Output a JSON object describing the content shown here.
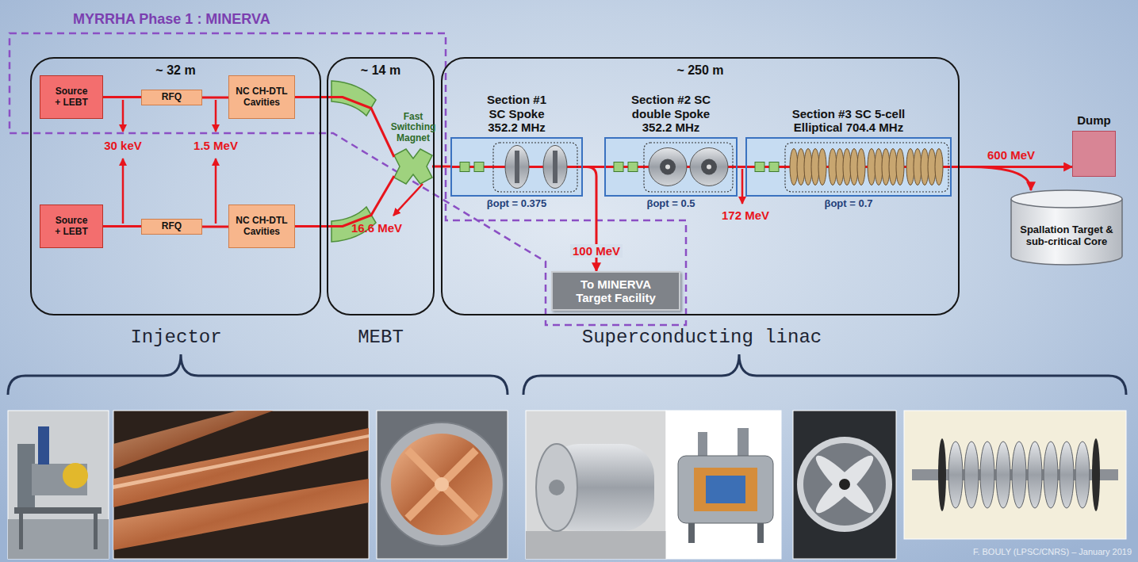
{
  "diagram": {
    "title": "MYRRHA Phase 1 : MINERVA",
    "nodes": [
      {
        "text": [
          "~ 32 m"
        ]
      },
      {
        "text": [
          "Source + LEBT"
        ],
        "in": 0
      },
      {
        "text": [
          "RFQ"
        ],
        "in": 0
      },
      {
        "text": [
          "NC CH-DTL Cavities"
        ],
        "in": 0
      },
      {
        "text": [
          "Source + LEBT"
        ],
        "in": 0
      },
      {
        "text": [
          "RFQ"
        ],
        "in": 0
      },
      {
        "text": [
          "NC CH-DTL Cavities"
        ],
        "in": 0
      },
      {
        "text": [
          "~ 14 m"
        ]
      },
      {
        "text": [
          "Fast Switching Magnet"
        ],
        "in": 7
      },
      {
        "text": [
          "~ 250 m"
        ]
      },
      {
        "text": [
          "Section #1 SC Spoke 352.2 MHz",
          "βopt = 0.375"
        ],
        "in": 9
      },
      {
        "text": [
          "Section #2 SC double Spoke 352.2 MHz",
          "βopt = 0.5"
        ],
        "in": 9
      },
      {
        "text": [
          "Section #3 SC 5-cell Elliptical 704.4 MHz",
          "βopt = 0.7"
        ],
        "in": 9
      },
      {
        "text": [
          "To MINERVA Target Facility"
        ],
        "in": 9
      },
      {
        "text": [
          "Dump"
        ]
      },
      {
        "text": [
          "Spallation Target & sub-critical Core"
        ]
      }
    ],
    "edges": [
      {
        "from": 1,
        "to": 2,
        "arrow": "none"
      },
      {
        "from": 2,
        "to": 3,
        "arrow": "none"
      },
      {
        "from": 4,
        "to": 5,
        "arrow": "none"
      },
      {
        "from": 5,
        "to": 6,
        "arrow": "none"
      },
      {
        "from": 3,
        "to": 8,
        "arrow": "none"
      },
      {
        "from": 6,
        "to": 8,
        "arrow": "none"
      },
      {
        "from": 8,
        "to": 10,
        "arrow": "none"
      },
      {
        "from": 10,
        "to": 11,
        "arrow": "none"
      },
      {
        "from": 11,
        "to": 12,
        "arrow": "none"
      },
      {
        "from": 10,
        "to": 13,
        "arrow": "to",
        "label": "100 MeV"
      },
      {
        "from": 12,
        "to": 14,
        "arrow": "to",
        "label": "600 MeV"
      },
      {
        "from": 12,
        "to": 15,
        "arrow": "to"
      }
    ],
    "labels": [
      "30 keV",
      "1.5 MeV",
      "16.6 MeV",
      "172 MeV",
      "Injector",
      "MEBT",
      "Superconducting linac",
      "F. BOULY (LPSC/CNRS) – January 2019"
    ]
  }
}
